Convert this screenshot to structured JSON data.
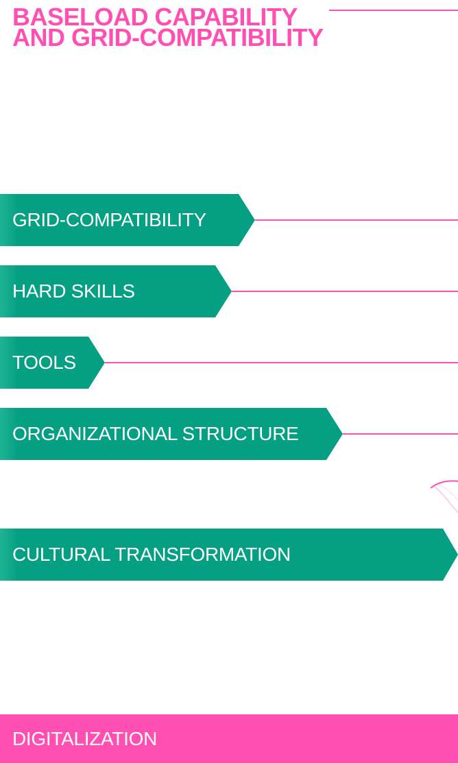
{
  "title": {
    "line1": "BASELOAD CAPABILITY",
    "line2": "AND GRID-COMPATIBILITY"
  },
  "items": [
    {
      "label": "GRID-COMPATIBILITY"
    },
    {
      "label": "HARD SKILLS"
    },
    {
      "label": "TOOLS"
    },
    {
      "label": "ORGANIZATIONAL STRUCTURE"
    },
    {
      "label": "CULTURAL TRANSFORMATION"
    }
  ],
  "footer": {
    "label": "DIGITALIZATION"
  },
  "colors": {
    "accent_pink": "#ff4fb2",
    "arrow_green": "#05a084"
  }
}
